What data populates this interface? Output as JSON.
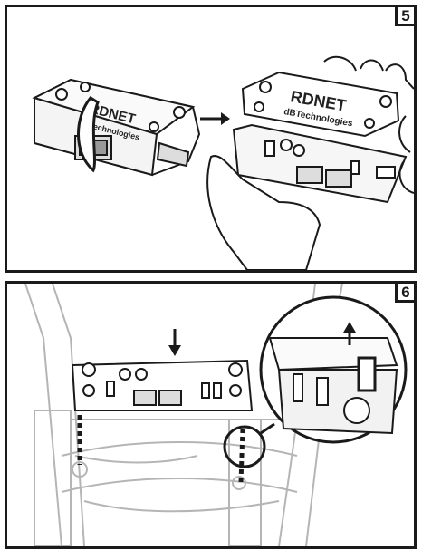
{
  "steps": {
    "first": "5",
    "second": "6"
  },
  "device": {
    "brand_logo": "RDNET",
    "maker_logo": "dBTechnologies"
  },
  "colors": {
    "ink": "#1a1a1a",
    "faded_ink": "#b5b5b5",
    "paper": "#ffffff"
  }
}
